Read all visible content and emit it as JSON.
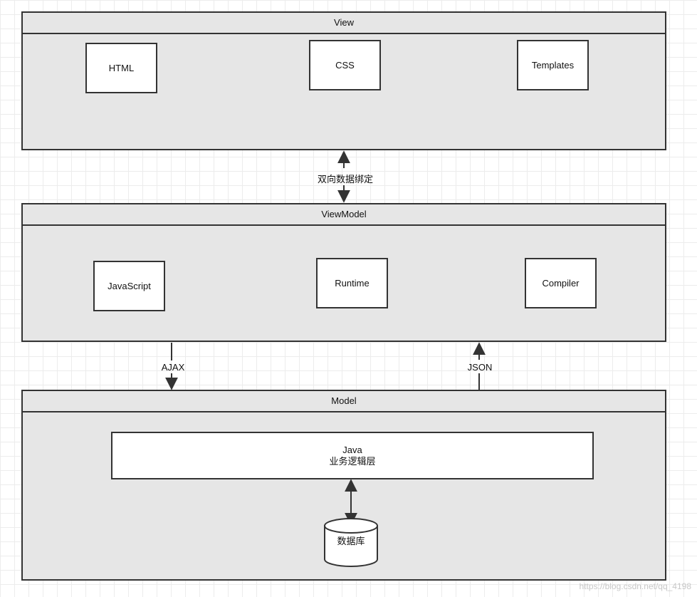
{
  "view": {
    "title": "View",
    "components": [
      "HTML",
      "CSS",
      "Templates"
    ]
  },
  "viewmodel": {
    "title": "ViewModel",
    "components": [
      "JavaScript",
      "Runtime",
      "Compiler"
    ]
  },
  "model": {
    "title": "Model",
    "logic_line1": "Java",
    "logic_line2": "业务逻辑层",
    "database": "数据库"
  },
  "connectors": {
    "binding_label": "双向数据绑定",
    "ajax_label": "AJAX",
    "json_label": "JSON"
  },
  "watermark": "https://blog.csdn.net/qq_4198"
}
